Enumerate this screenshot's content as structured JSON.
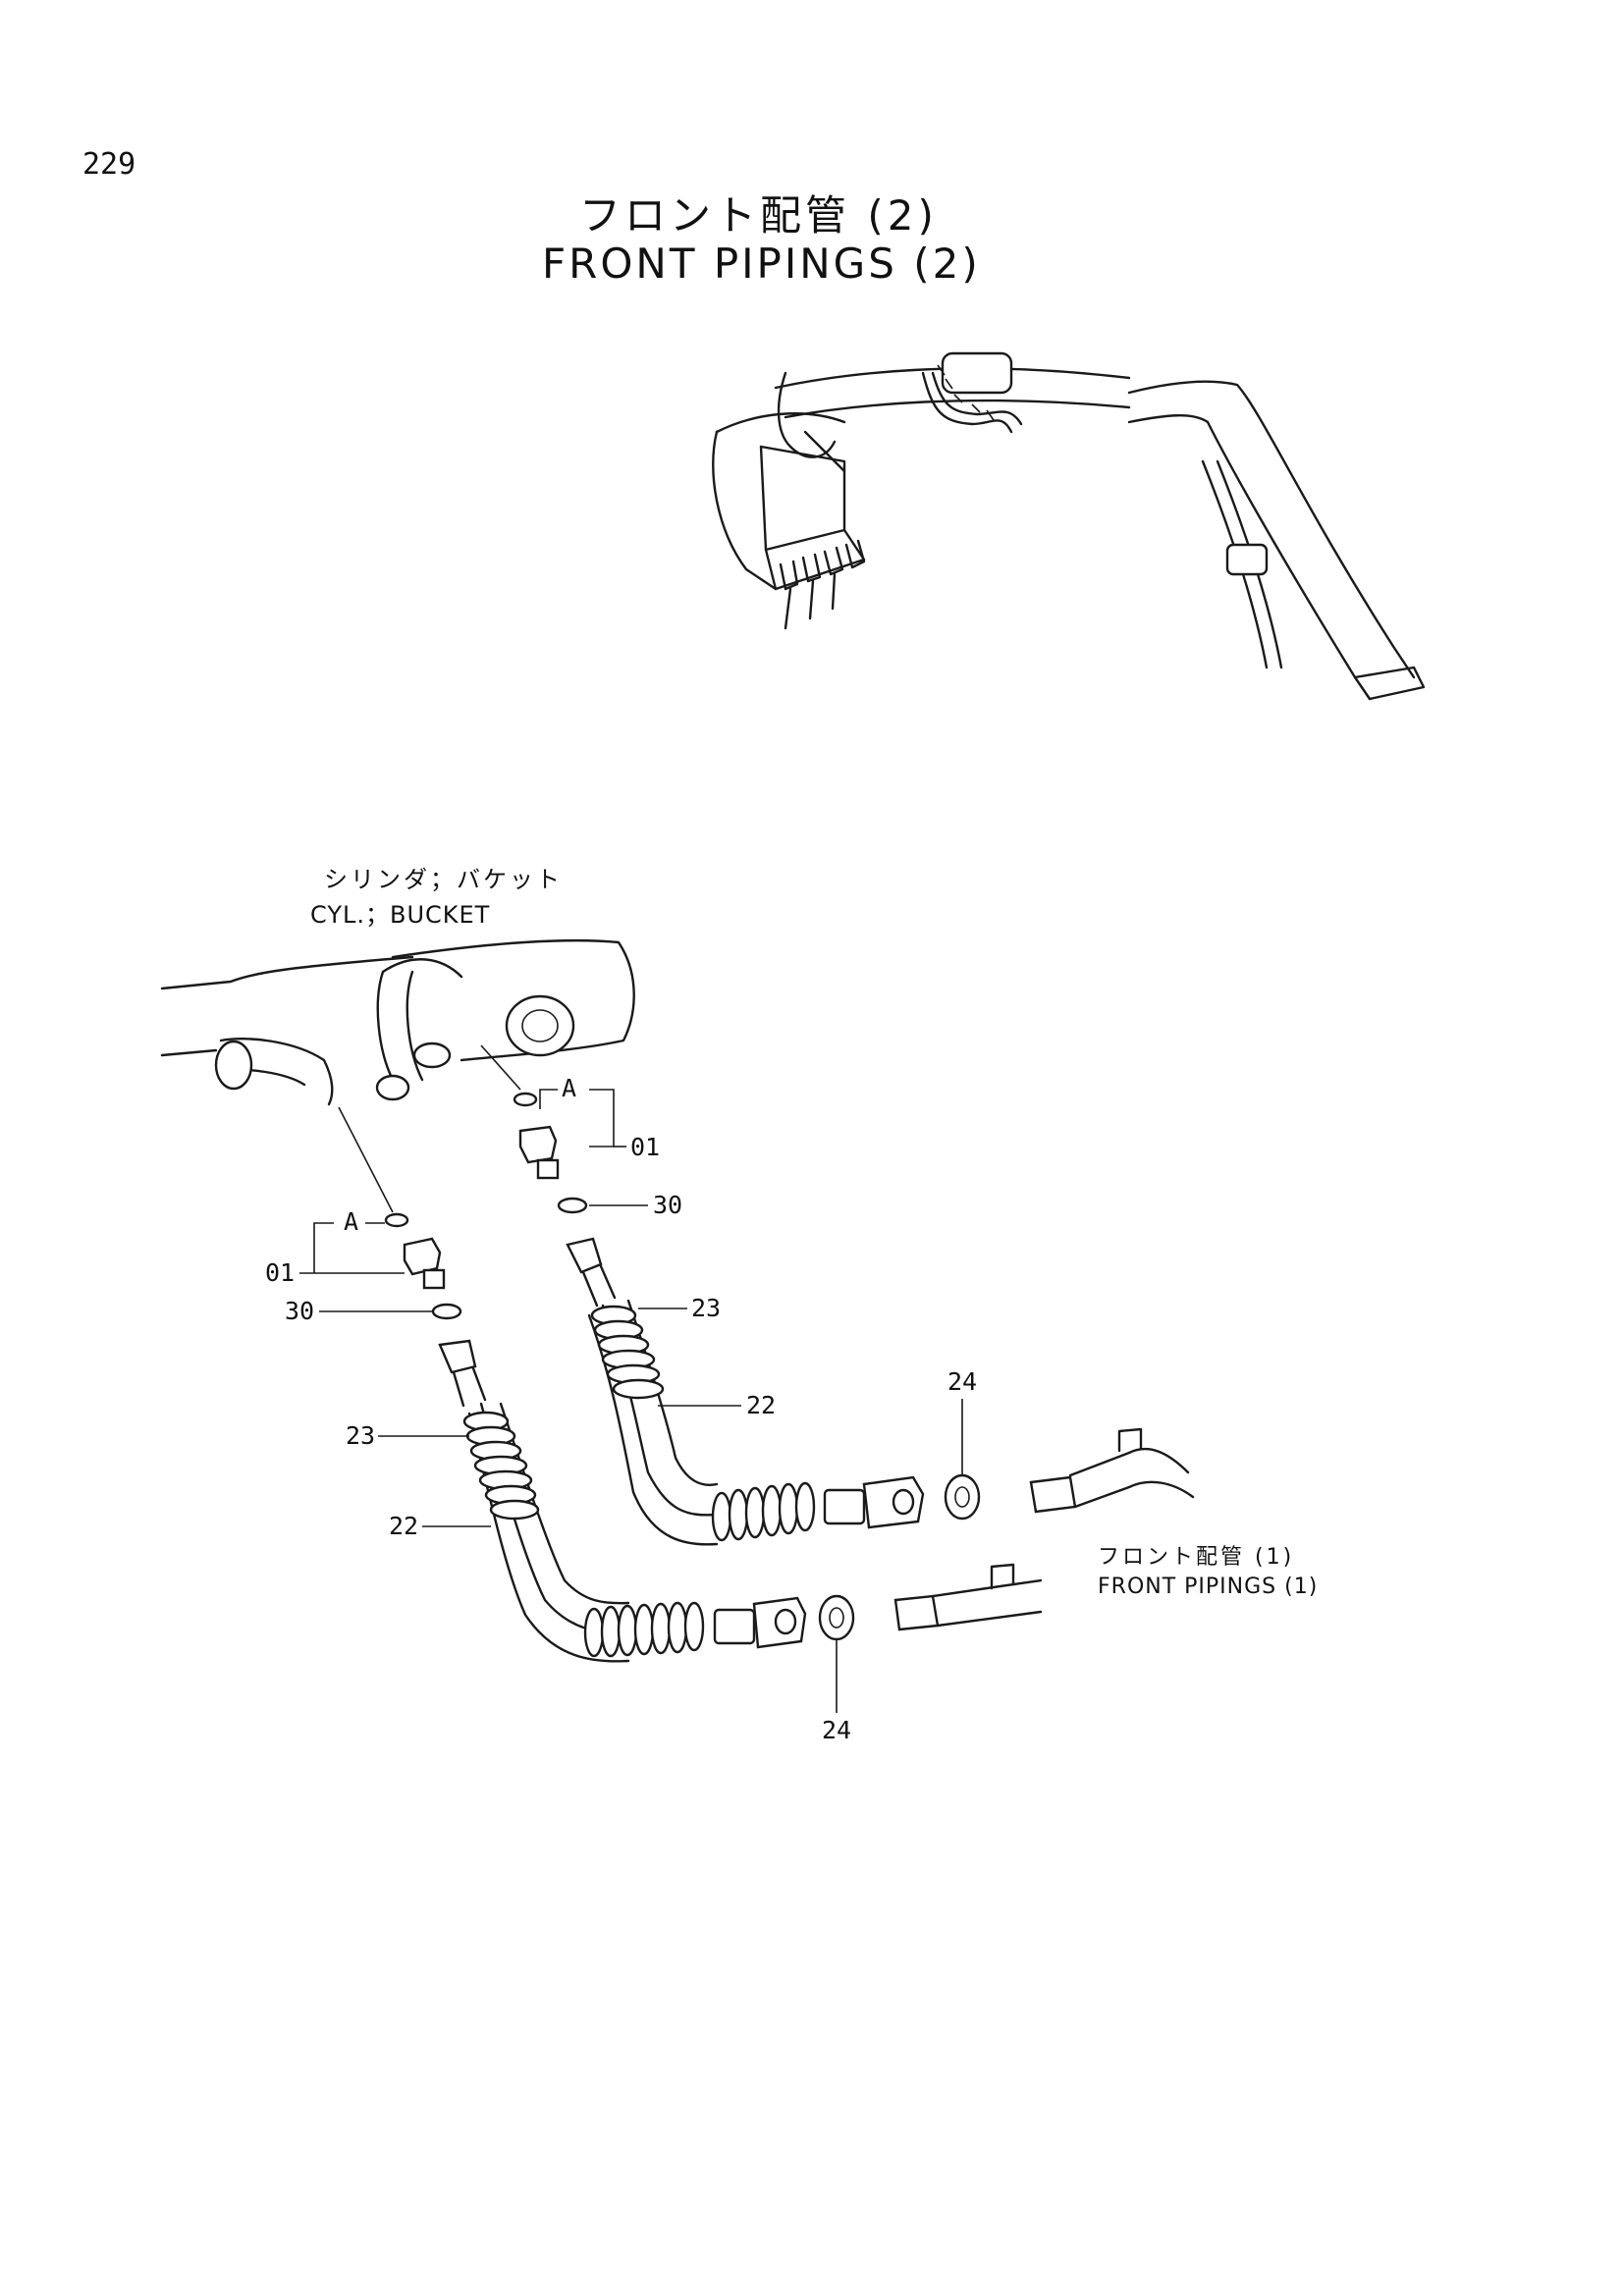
{
  "page_number": "229",
  "title_ja": "フロント配管 (2)",
  "title_en": "FRONT PIPINGS (2)",
  "subassembly": {
    "label_ja": "シリンダ；バケット",
    "label_en": "CYL.；BUCKET"
  },
  "reference": {
    "label_ja": "フロント配管 (1)",
    "label_en": "FRONT PIPINGS (1)"
  },
  "callouts": {
    "a_right": "A",
    "a_left": "A",
    "c01_right": "01",
    "c01_left": "01",
    "c30_right": "30",
    "c30_left": "30",
    "c23_right": "23",
    "c23_left": "23",
    "c22_right": "22",
    "c22_left": "22",
    "c24_top": "24",
    "c24_bottom": "24"
  }
}
